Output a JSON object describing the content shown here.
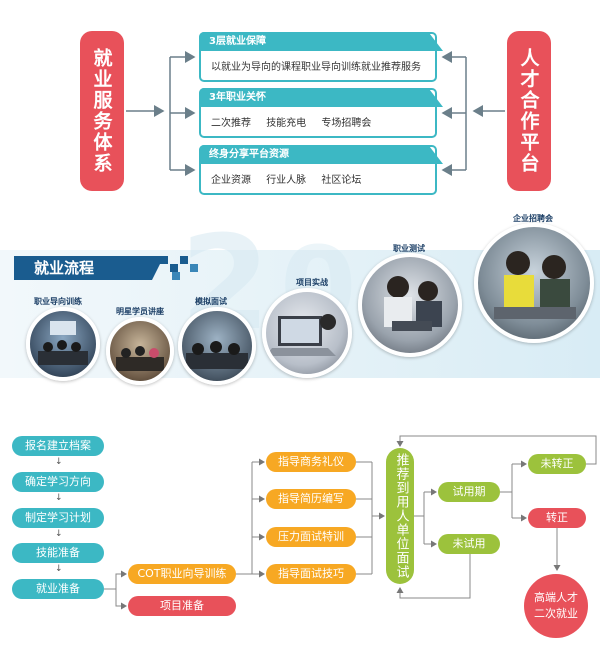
{
  "platform": {
    "left_label": "就业服务体系",
    "right_label": "人才合作平台",
    "services": [
      {
        "title": "3层就业保障",
        "items": [
          "以就业为导向的课程职业导向训练就业推荐服务"
        ]
      },
      {
        "title": "3年职业关怀",
        "items": [
          "二次推荐",
          "技能充电",
          "专场招聘会"
        ]
      },
      {
        "title": "终身分享平台资源",
        "items": [
          "企业资源",
          "行业人脉",
          "社区论坛"
        ]
      }
    ]
  },
  "employment_flow": {
    "title": "就业流程",
    "stages": [
      "职业导向训练",
      "明星学员讲座",
      "模拟面试",
      "项目实战",
      "职业测试",
      "企业招聘会"
    ]
  },
  "process": {
    "left_steps": [
      "报名建立档案",
      "确定学习方向",
      "制定学习计划",
      "技能准备",
      "就业准备"
    ],
    "cot": "COT职业向导训练",
    "project": "项目准备",
    "guidance": [
      "指导商务礼仪",
      "指导简历编写",
      "压力面试特训",
      "指导面试技巧"
    ],
    "recommend": "推荐到用人单位面试",
    "trial": "试用期",
    "no_trial": "未试用",
    "not_regular": "未转正",
    "regular": "转正",
    "final": [
      "高端人才",
      "二次就业"
    ]
  },
  "colors": {
    "teal": "#3cb8c4",
    "red": "#e8515a",
    "orange": "#f7a823",
    "green": "#9cc23c",
    "navy": "#1a5c8f"
  },
  "icons": [
    "arrow-right-icon",
    "arrow-left-icon",
    "arrow-down-icon"
  ]
}
